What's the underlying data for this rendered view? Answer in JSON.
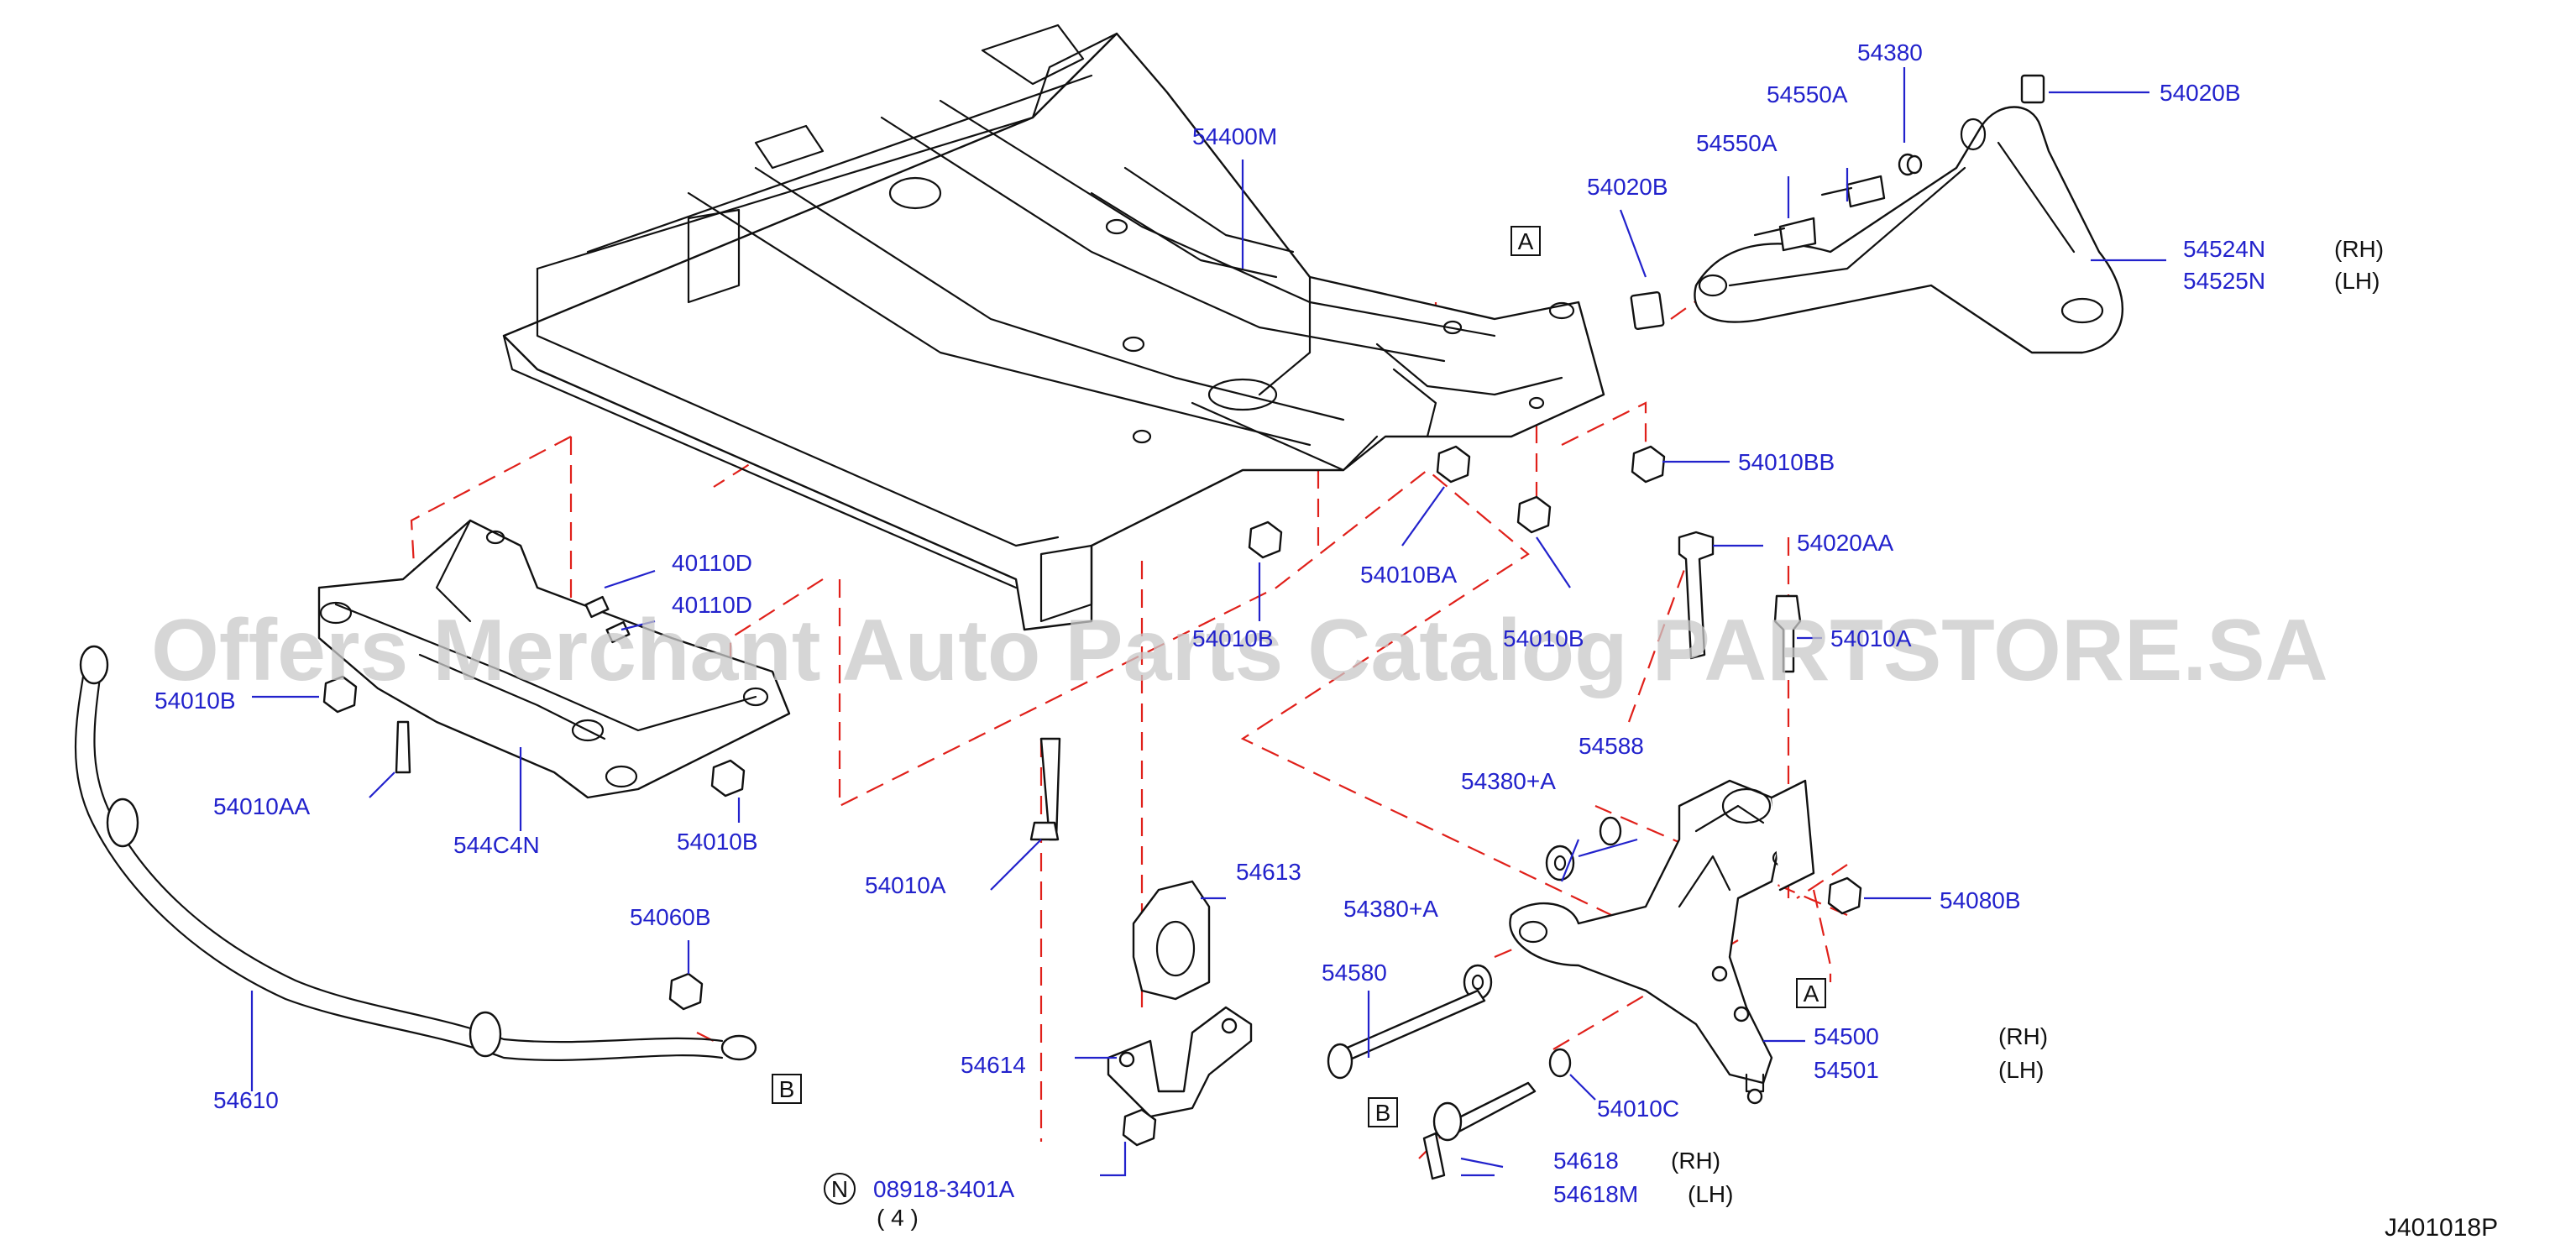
{
  "diagram": {
    "watermark": "Offers Merchant Auto Parts Catalog PARTSTORE.SA",
    "diagram_code": "J401018P",
    "ref_markers": {
      "A": "A",
      "B": "B",
      "N": "N"
    },
    "callouts": {
      "p54400M": "54400M",
      "p54380": "54380",
      "p54020B_top": "54020B",
      "p54550A_1": "54550A",
      "p54550A_2": "54550A",
      "p54020B_left": "54020B",
      "p54524N": "54524N",
      "p54525N": "54525N",
      "p54010BB": "54010BB",
      "p54010BA": "54010BA",
      "p54010B_mid": "54010B",
      "p54010B_right": "54010B",
      "p54020AA": "54020AA",
      "p54010A_right": "54010A",
      "p40110D_1": "40110D",
      "p40110D_2": "40110D",
      "p54010B_left": "54010B",
      "p54010AA": "54010AA",
      "p544C4N": "544C4N",
      "p54010B_bot": "54010B",
      "p54010A": "54010A",
      "p54588": "54588",
      "p54380A_1": "54380+A",
      "p54380A_2": "54380+A",
      "p54080B": "54080B",
      "p54613": "54613",
      "p54580": "54580",
      "p54500": "54500",
      "p54501": "54501",
      "p54010C": "54010C",
      "p54614": "54614",
      "p54060B": "54060B",
      "p54610": "54610",
      "p54618": "54618",
      "p54618M": "54618M",
      "p08918": "08918-3401A",
      "qty": "( 4 )"
    },
    "side_labels": {
      "upper_rh": "(RH)",
      "upper_lh": "(LH)",
      "lower_rh": "(RH)",
      "lower_lh": "(LH)",
      "link_rh": "(RH)",
      "link_lh": "(LH)"
    },
    "colors": {
      "callout": "#2222cc",
      "dash": "#e0201a",
      "line": "#111111",
      "watermark": "#c9c9c9"
    }
  }
}
